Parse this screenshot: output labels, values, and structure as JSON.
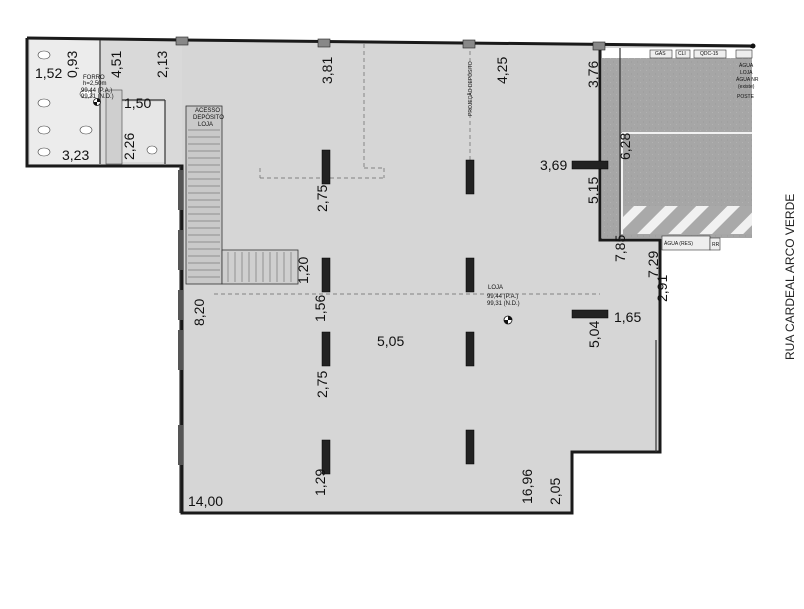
{
  "dimensions": {
    "d093": "0,93",
    "d451": "4,51",
    "d213": "2,13",
    "d381": "3,81",
    "d425": "4,25",
    "d376": "3,76",
    "d152": "1,52",
    "d150": "1,50",
    "d226": "2,26",
    "d323": "3,23",
    "d628": "6,28",
    "d369": "3,69",
    "d515": "5,15",
    "d275a": "2,75",
    "d120": "1,20",
    "d156": "1,56",
    "d785": "7,85",
    "d729": "7,29",
    "d291": "2,91",
    "d820": "8,20",
    "d505": "5,05",
    "d504": "5,04",
    "d165": "1,65",
    "d275b": "2,75",
    "d129": "1,29",
    "d1696": "16,96",
    "d205": "2,05",
    "d1400": "14,00"
  },
  "labels": {
    "forro_title": "FORRO",
    "forro_height": "h=2,50m",
    "forro_pa": "99,44 (P.A.)",
    "forro_nd": "99,31 (N.D.)",
    "acesso_1": "ACESSO",
    "acesso_2": "DEPÓSITO",
    "acesso_3": "LOJA",
    "projecao": "PROJEÇÃO DEPÓSITO",
    "loja": "LOJA",
    "loja_pa": "99,44 (P.A.)",
    "loja_nd": "99,31 (N.D.)",
    "gas": "GÁS",
    "cli": "CLI",
    "qdc": "QDC-15",
    "agua_loja_1": "ÁGUA",
    "agua_loja_2": "LOJA",
    "agua_nr_1": "ÁGUA NR",
    "agua_nr_2": "(existe)",
    "poste": "POSTE",
    "agua_res": "ÁGUA (RES)",
    "rr": "RR"
  },
  "street": "RUA CARDEAL ARCO VERDE",
  "colors": {
    "floor": "#d6d6d6",
    "floor_dark": "#bcbcbc",
    "parking": "#a9a9a9",
    "wall": "#1a1a1a"
  }
}
